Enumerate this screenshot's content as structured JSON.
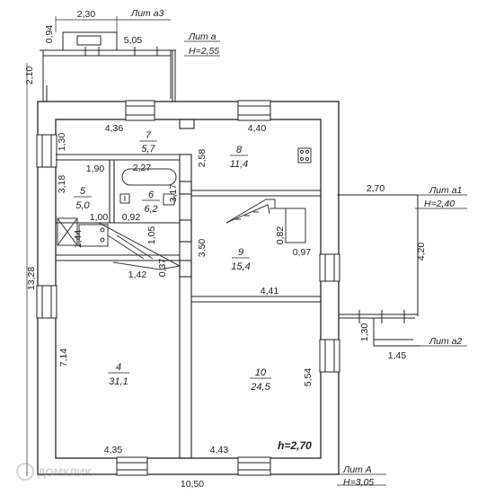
{
  "plan": {
    "rooms": [
      {
        "number": "7",
        "area": "5,7"
      },
      {
        "number": "8",
        "area": "11,4"
      },
      {
        "number": "5",
        "area": "5,0"
      },
      {
        "number": "6",
        "area": "6,2"
      },
      {
        "number": "9",
        "area": "15,4"
      },
      {
        "number": "4",
        "area": "31,1"
      },
      {
        "number": "10",
        "area": "24,5"
      }
    ],
    "dimensions": {
      "top_small": "2,30",
      "dim_094": "0,94",
      "dim_505": "5,05",
      "dim_210": "2,10",
      "dim_436": "4,36",
      "dim_440": "4,40",
      "dim_130": "1,30",
      "dim_258": "2,58",
      "dim_190": "1,90",
      "dim_227": "2,27",
      "dim_318": "3,18",
      "dim_317": "3,17",
      "dim_100": "1,00",
      "dim_092": "0,92",
      "dim_144": "1,44",
      "dim_105": "1,05",
      "dim_037": "0,37",
      "dim_142": "1,42",
      "dim_350": "3,50",
      "dim_082": "0,82",
      "dim_097": "0,97",
      "dim_441": "4,41",
      "dim_1328": "13,28",
      "dim_714": "7,14",
      "dim_554": "5,54",
      "dim_435": "4,35",
      "dim_443": "4,43",
      "dim_1050": "10,50",
      "dim_270": "2,70",
      "dim_420": "4,20",
      "dim_130b": "1,30",
      "dim_145": "1,45"
    },
    "height_label": "h=2,70",
    "lit": {
      "a3": "Лит а3",
      "a": "Лит а",
      "a_h": "Н=2,55",
      "a1": "Лит а1",
      "a1_h": "Н=2,40",
      "a2": "Лит а2",
      "A": "Лит А",
      "A_h": "Н=3,05"
    },
    "watermark": "ДОМКЛИК"
  }
}
